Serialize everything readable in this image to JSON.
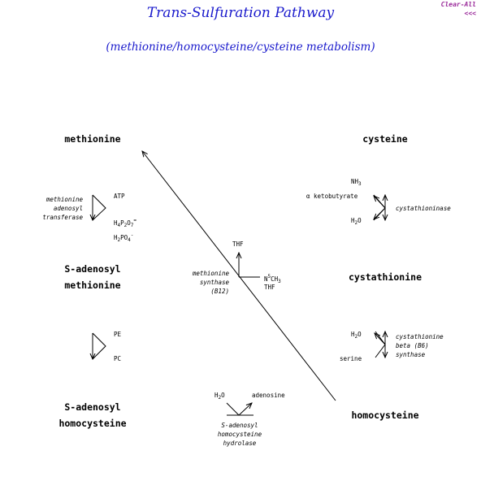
{
  "title": "Trans-Sulfuration Pathway",
  "subtitle": "(methionine/homocysteine/cysteine metabolism)",
  "corner": {
    "line1": "Clear-All",
    "line2": "<<<"
  },
  "nodes": {
    "methionine": "methionine",
    "sam_line1": "S-adenosyl",
    "sam_line2": "methionine",
    "sah_line1": "S-adenosyl",
    "sah_line2": "homocysteine",
    "homocysteine": "homocysteine",
    "cystathionine": "cystathionine",
    "cysteine": "cysteine"
  },
  "enzymes": {
    "mat": [
      "methionine",
      "adenosyl",
      "transferase"
    ],
    "ms": [
      "methionine",
      "synthase",
      "(B12)"
    ],
    "sahh": [
      "S-adenosyl",
      "homocysteine",
      "hydrolase"
    ],
    "cbs": [
      "cystathionine",
      "beta (B6)",
      "synthase"
    ],
    "cgl": "cystathioninase"
  },
  "cofactors": {
    "atp": "ATP",
    "ppi_main": "H",
    "ppi_sub1": "4",
    "ppi_mid": "P",
    "ppi_sub2": "2",
    "ppi_o": "O",
    "ppi_sub3": "7",
    "ppi_sup": "=",
    "pi_main": "H",
    "pi_sub1": "2",
    "pi_mid": "PO",
    "pi_sub2": "4",
    "pi_sup": "-",
    "pe": "PE",
    "pc": "PC",
    "thf": "THF",
    "mthf_n": "N",
    "mthf_sup": "5",
    "mthf_ch": "CH",
    "mthf_sub": "3",
    "mthf_thf": "THF",
    "sahh_h2o_h": "H",
    "sahh_h2o_sub": "2",
    "sahh_h2o_o": "O",
    "adenosine": "adenosine",
    "cbs_h2o_h": "H",
    "cbs_h2o_sub": "2",
    "cbs_h2o_o": "O",
    "serine": "serine",
    "nh3_nh": "NH",
    "nh3_sub": "3",
    "ketobutyrate": "α ketobutyrate",
    "cgl_h2o_h": "H",
    "cgl_h2o_sub": "2",
    "cgl_h2o_o": "O"
  }
}
